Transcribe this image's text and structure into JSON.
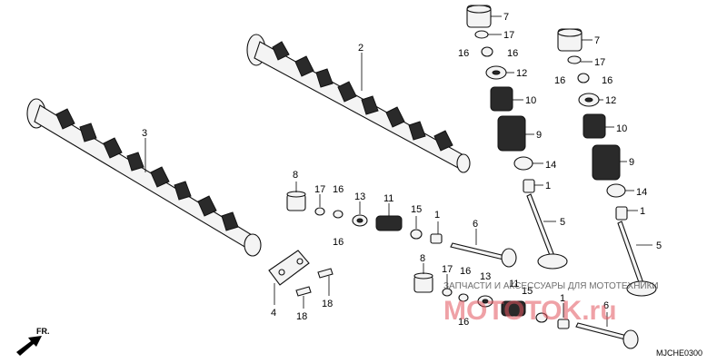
{
  "diagram": {
    "code": "MJCHE0300",
    "front_indicator": "FR.",
    "watermark": {
      "line": "ЗАПЧАСТИ И АКСЕССУАРЫ ДЛЯ МОТОТЕХНИКИ",
      "logo_text": "MOTOTOK.ru"
    },
    "callouts": {
      "c2": "2",
      "c3": "3",
      "c4": "4",
      "c5a": "5",
      "c5b": "5",
      "c6a": "6",
      "c6b": "6",
      "c7a": "7",
      "c7b": "7",
      "c8a": "8",
      "c8b": "8",
      "c9a": "9",
      "c9b": "9",
      "c10a": "10",
      "c10b": "10",
      "c11a": "11",
      "c11b": "11",
      "c12a": "12",
      "c12b": "12",
      "c13a": "13",
      "c13b": "13",
      "c14a": "14",
      "c14b": "14",
      "c15a": "15",
      "c15b": "15",
      "c16a": "16",
      "c16b": "16",
      "c16c": "16",
      "c16d": "16",
      "c16e": "16",
      "c16f": "16",
      "c16g": "16",
      "c16h": "16",
      "c17a": "17",
      "c17b": "17",
      "c17c": "17",
      "c17d": "17",
      "c18a": "18",
      "c18b": "18",
      "c1a": "1",
      "c1b": "1",
      "c1c": "1",
      "c1d": "1"
    }
  }
}
